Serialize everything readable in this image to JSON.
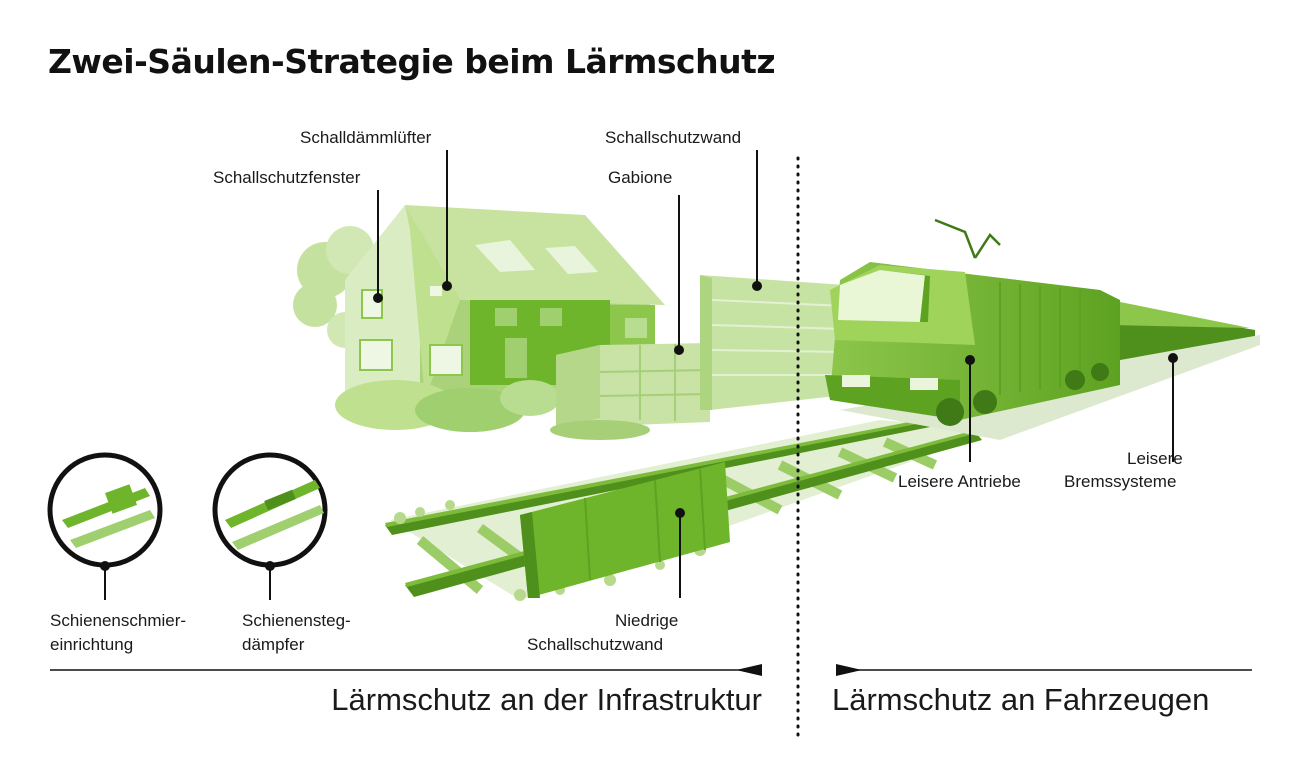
{
  "title": "Zwei-Säulen-Strategie beim Lärmschutz",
  "labels": {
    "schalldaemmluefter": "Schalldämmlüfter",
    "schallschutzfenster": "Schallschutzfenster",
    "schallschutzwand": "Schallschutzwand",
    "gabione": "Gabione",
    "leisere_antriebe": "Leisere Antriebe",
    "leisere_bremssysteme_1": "Leisere",
    "leisere_bremssysteme_2": "Bremssysteme",
    "schienenschmier_1": "Schienenschmier-",
    "schienenschmier_2": "einrichtung",
    "schienensteg_1": "Schienensteg-",
    "schienensteg_2": "dämpfer",
    "niedrige_1": "Niedrige",
    "niedrige_2": "Schallschutzwand"
  },
  "sections": {
    "infrastructure": "Lärmschutz an der Infrastruktur",
    "vehicles": "Lärmschutz an Fahrzeugen"
  },
  "colors": {
    "green_bright": "#6fb52c",
    "green_mid": "#8cc64a",
    "green_light": "#b7d98c",
    "green_pale": "#d9ecc2",
    "green_dark": "#3f7a17",
    "ink": "#1a1a1a"
  }
}
